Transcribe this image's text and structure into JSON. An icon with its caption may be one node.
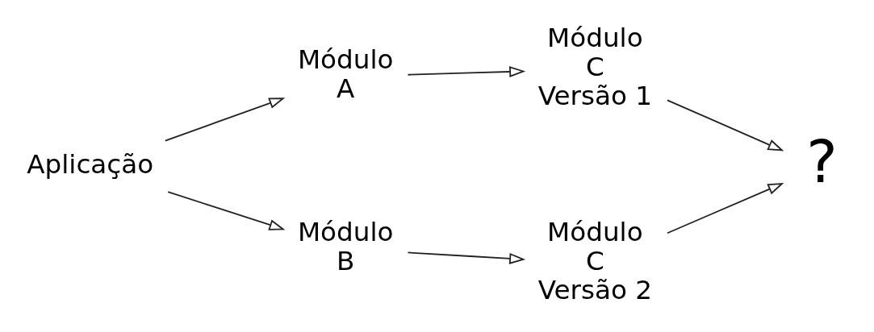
{
  "diagram": {
    "nodes": [
      {
        "text": [
          "Aplicação"
        ]
      },
      {
        "text": [
          "Módulo A"
        ]
      },
      {
        "text": [
          "Módulo B"
        ]
      },
      {
        "text": [
          "Módulo C Versão 1"
        ]
      },
      {
        "text": [
          "Módulo C Versão 2"
        ]
      },
      {
        "text": [
          "?"
        ]
      }
    ],
    "edges": [
      {
        "from": 0,
        "to": 1,
        "arrow": "to"
      },
      {
        "from": 0,
        "to": 2,
        "arrow": "to"
      },
      {
        "from": 1,
        "to": 3,
        "arrow": "to"
      },
      {
        "from": 2,
        "to": 4,
        "arrow": "to"
      },
      {
        "from": 3,
        "to": 5,
        "arrow": "to"
      },
      {
        "from": 4,
        "to": 5,
        "arrow": "to"
      }
    ]
  }
}
